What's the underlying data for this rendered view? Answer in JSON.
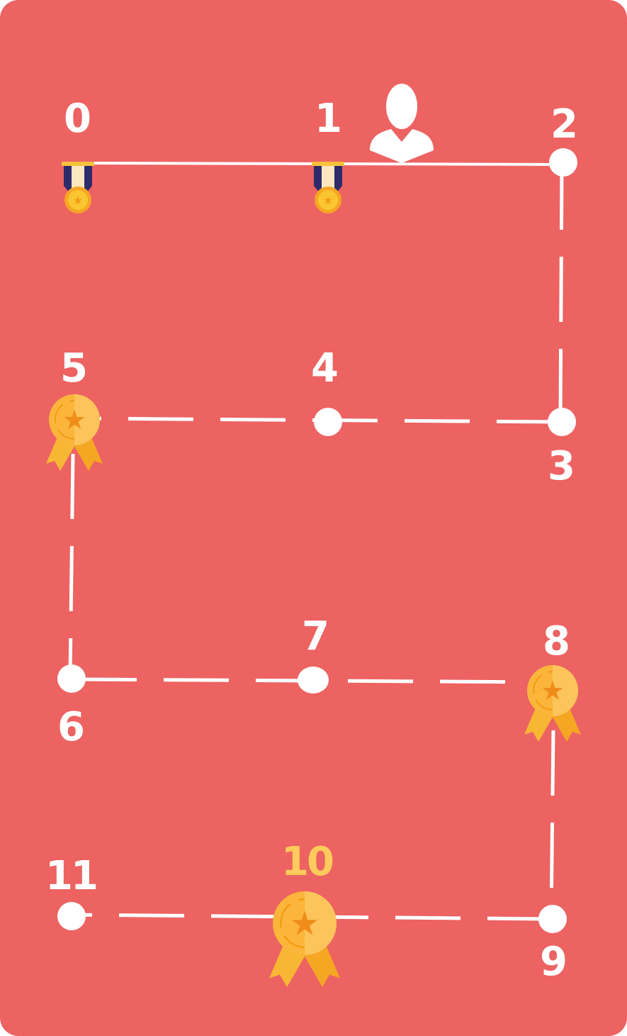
{
  "board": {
    "background_color": "#ec6362",
    "path_color": "#ffffff",
    "highlight_label_color": "#fdcb5b",
    "current_position": 1,
    "nodes": [
      {
        "label": "0",
        "marker": "medal-icon"
      },
      {
        "label": "1",
        "marker": "medal-icon"
      },
      {
        "label": "2",
        "marker": "dot"
      },
      {
        "label": "3",
        "marker": "dot"
      },
      {
        "label": "4",
        "marker": "dot"
      },
      {
        "label": "5",
        "marker": "rosette-badge-icon"
      },
      {
        "label": "6",
        "marker": "dot"
      },
      {
        "label": "7",
        "marker": "dot"
      },
      {
        "label": "8",
        "marker": "rosette-badge-icon"
      },
      {
        "label": "9",
        "marker": "dot"
      },
      {
        "label": "10",
        "marker": "rosette-badge-icon",
        "highlighted": true
      },
      {
        "label": "11",
        "marker": "dot"
      }
    ],
    "player_icon": "user-icon"
  }
}
